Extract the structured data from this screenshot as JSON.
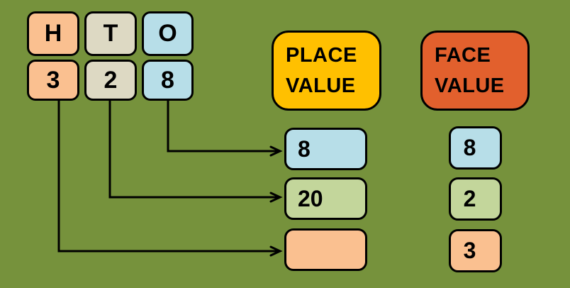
{
  "palette": {
    "background": "#76923C",
    "peach": "#FAC090",
    "beige": "#DDD9C3",
    "light_blue": "#B7DEE8",
    "light_green": "#C3D69B",
    "gold": "#FFC000",
    "orange_red": "#E2602D",
    "line": "#000000"
  },
  "columns": [
    {
      "heading": "H",
      "digit": "3"
    },
    {
      "heading": "T",
      "digit": "2"
    },
    {
      "heading": "O",
      "digit": "8"
    }
  ],
  "place_value": {
    "title_lines": [
      "PLACE",
      "VALUE"
    ],
    "rows": [
      {
        "value": "8"
      },
      {
        "value": "20"
      },
      {
        "value": ""
      }
    ]
  },
  "face_value": {
    "title_lines": [
      "FACE",
      "VALUE"
    ],
    "rows": [
      {
        "value": "8"
      },
      {
        "value": "2"
      },
      {
        "value": "3"
      }
    ]
  }
}
